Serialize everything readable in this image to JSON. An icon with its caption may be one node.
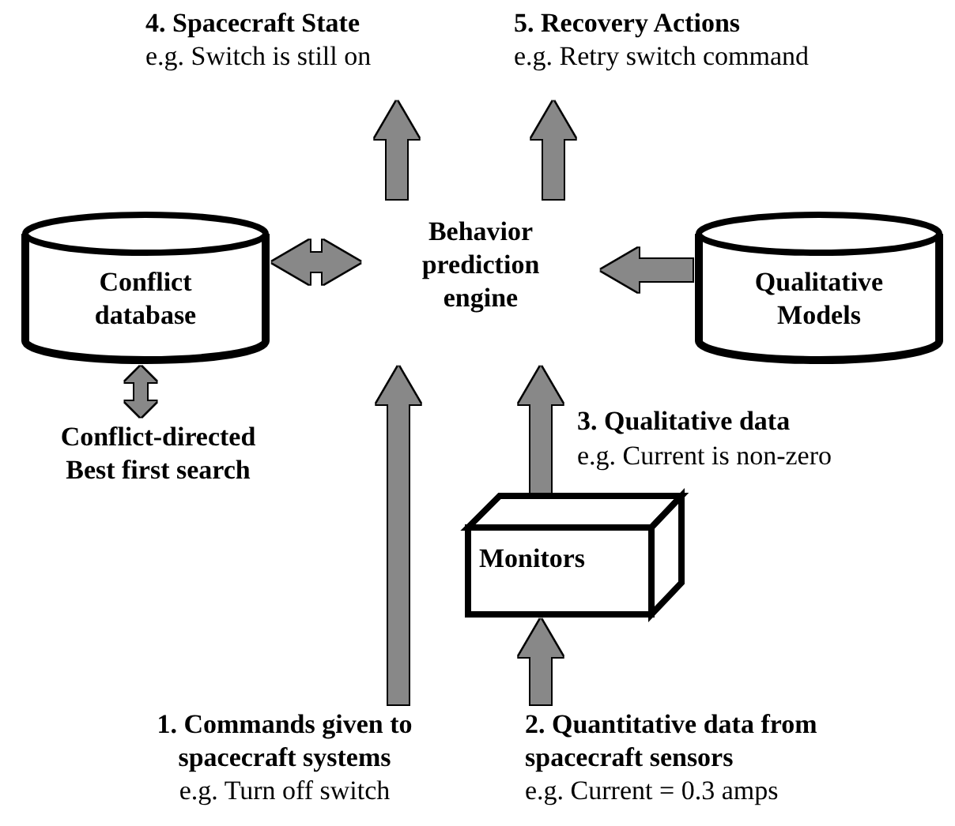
{
  "diagram": {
    "nodes": [
      {
        "text": [
          "4. Spacecraft State",
          "e.g. Switch is still on"
        ]
      },
      {
        "text": [
          "5. Recovery Actions",
          "e.g. Retry switch command"
        ]
      },
      {
        "text": [
          "Conflict database"
        ]
      },
      {
        "text": [
          "Behavior prediction engine"
        ]
      },
      {
        "text": [
          "Qualitative Models"
        ]
      },
      {
        "text": [
          "Conflict-directed Best first search"
        ]
      },
      {
        "text": [
          "Monitors"
        ]
      },
      {
        "text": [
          "1. Commands given to spacecraft systems",
          "e.g. Turn off switch"
        ]
      },
      {
        "text": [
          "2. Quantitative data from spacecraft sensors",
          "e.g. Current = 0.3 amps"
        ]
      }
    ],
    "edges": [
      {
        "from": 3,
        "to": 0,
        "arrow": "to"
      },
      {
        "from": 3,
        "to": 1,
        "arrow": "to"
      },
      {
        "from": 2,
        "to": 3,
        "arrow": "both"
      },
      {
        "from": 4,
        "to": 3,
        "arrow": "to"
      },
      {
        "from": 2,
        "to": 5,
        "arrow": "both"
      },
      {
        "from": 7,
        "to": 3,
        "arrow": "to"
      },
      {
        "from": 6,
        "to": 3,
        "arrow": "to"
      },
      {
        "from": 8,
        "to": 6,
        "arrow": "to"
      }
    ],
    "labels": [
      "3. Qualitative data",
      "e.g. Current is non-zero"
    ]
  }
}
